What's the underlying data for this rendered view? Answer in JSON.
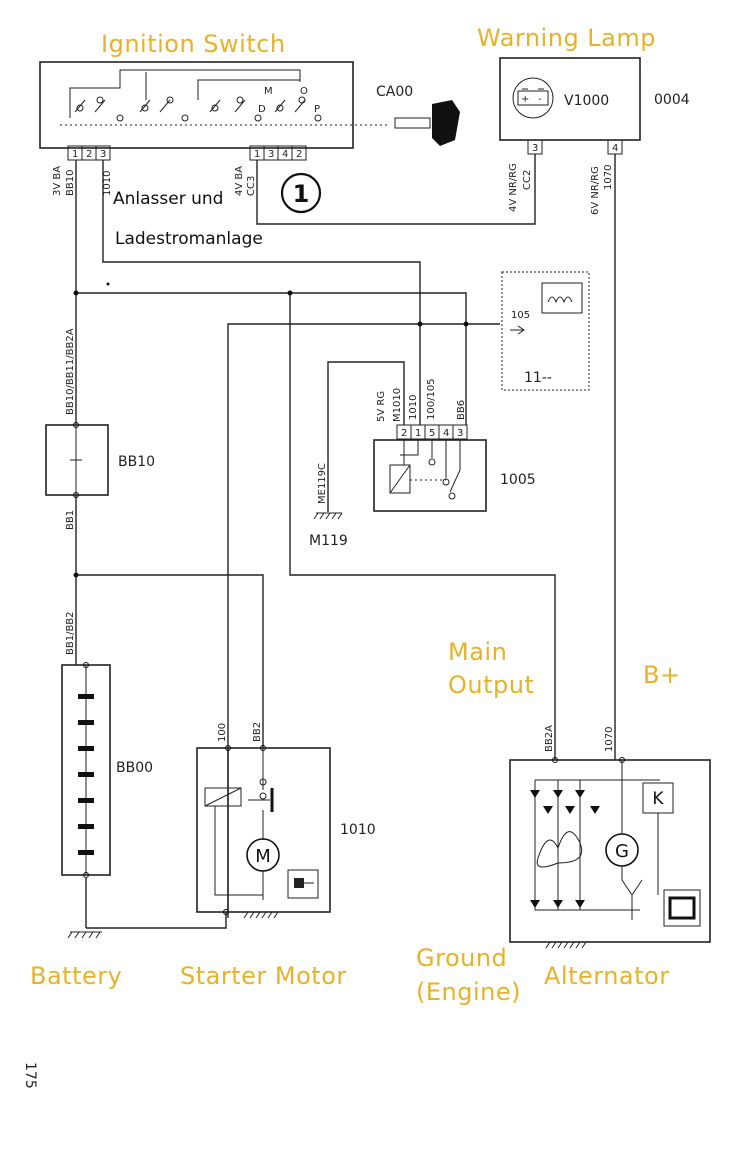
{
  "labels": {
    "ignition_switch": "Ignition Switch",
    "warning_lamp": "Warning Lamp",
    "main_output": "Main Output",
    "b_plus": "B+",
    "battery": "Battery",
    "starter_motor": "Starter Motor",
    "ground_engine": "Ground (Engine)",
    "alternator": "Alternator"
  },
  "components": {
    "ca00": "CA00",
    "v1000": "V1000",
    "c0004": "0004",
    "bb10": "BB10",
    "c1005": "1005",
    "m119": "M119",
    "bb00": "BB00",
    "c1010": "1010",
    "c11": "11--",
    "c105": "105",
    "motor_m": "M",
    "gen_g": "G",
    "relay_k": "K"
  },
  "callout": {
    "text_line1": "Anlasser und",
    "text_line2": "Ladestromanlage",
    "number": "1"
  },
  "switch_pins_left": [
    "1",
    "2",
    "3"
  ],
  "switch_pins_right": [
    "1",
    "3",
    "4",
    "2"
  ],
  "switch_positions": [
    "M",
    "O",
    "D",
    "P"
  ],
  "lamp_pins": [
    "3",
    "4"
  ],
  "relay_pins": [
    "2",
    "1",
    "5",
    "4",
    "3"
  ],
  "wire_labels": {
    "w_3vba": "3V BA",
    "w_bb10": "BB10",
    "w_1010a": "1010",
    "w_4vba": "4V BA",
    "w_cc3": "CC3",
    "w_4vnrrg": "4V NR/RG",
    "w_cc2": "CC2",
    "w_6vnrrg": "6V NR/RG",
    "w_1070a": "1070",
    "w_bb10bb11": "BB10/BB11/BB2A",
    "w_bb1": "BB1",
    "w_bb1bb2": "BB1/BB2",
    "w_5vrg": "5V RG",
    "w_m1010": "M1010",
    "w_1010b": "1010",
    "w_100105": "100/105",
    "w_bb6": "BB6",
    "w_me119c": "ME119C",
    "w_100": "100",
    "w_bb2": "BB2",
    "w_bb2a": "BB2A",
    "w_1070b": "1070"
  },
  "page_number": "175"
}
